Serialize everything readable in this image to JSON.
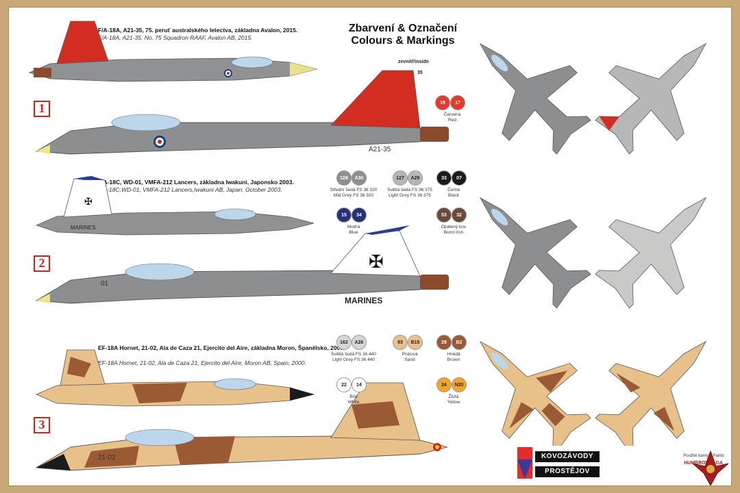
{
  "title": {
    "cz": "Zbarvení & Označení",
    "en": "Colours & Markings"
  },
  "profiles": [
    {
      "num": "1",
      "cz": "F/A-18A, A21-35, 75. peruť australského letectva, základna Avalon, 2015.",
      "en": "F/A-18A, A21-35, No. 75 Squadron RAAF, Avalon AB, 2015.",
      "serial": "A21-35",
      "inside_label": "zevnitř/inside",
      "inside_num": "35"
    },
    {
      "num": "2",
      "cz": "F/A-18C, WD-01, VMFA-212 Lancers, základna Iwakuni, Japonsko 2003.",
      "en": "F/A-18C,WD-01, VMFA-212 Lancers,Iwakuni AB, Japan, October 2003.",
      "fuselage_text": "MARINES",
      "modex": "01"
    },
    {
      "num": "3",
      "cz": "EF-18A Hornet, 21-02, Ala de Caza 21, Ejercito del Aire, základna Moron, Španělsko, 2000.",
      "en": "EF-18A Hornet, 21-02, Ala de Caza 21, Ejercito del Aire, Moron AB, Spain, 2000.",
      "serial": "21-02"
    }
  ],
  "colors": [
    {
      "a": "19",
      "b": "17",
      "cz": "Červená",
      "en": "Red",
      "hex": "#e23a2c"
    },
    {
      "a": "128",
      "b": "A30",
      "cz": "Střední šedá FS 36 320",
      "en": "Mid Grey FS 36 320",
      "hex": "#8d8f91"
    },
    {
      "a": "127",
      "b": "A29",
      "cz": "Světlá šedá FS 36 375",
      "en": "Light Grey FS 36 375",
      "hex": "#b6b7b6"
    },
    {
      "a": "33",
      "b": "07",
      "cz": "Černá",
      "en": "Black",
      "hex": "#1b1b1b"
    },
    {
      "a": "15",
      "b": "34",
      "cz": "Modrá",
      "en": "Blue",
      "hex": "#24337a"
    },
    {
      "a": "53",
      "b": "32",
      "cz": "Opálený kov",
      "en": "Burnt Iron",
      "hex": "#6a4a3a"
    },
    {
      "a": "162",
      "b": "A26",
      "cz": "Světlá šedá FS 36 440",
      "en": "Light Grey FS 36 440",
      "hex": "#d6d7d4"
    },
    {
      "a": "93",
      "b": "B15",
      "cz": "Písková",
      "en": "Sand",
      "hex": "#e8c089"
    },
    {
      "a": "29",
      "b": "B2",
      "cz": "Hnědá",
      "en": "Brown",
      "hex": "#9a5a33"
    },
    {
      "a": "22",
      "b": "14",
      "cz": "Bílá",
      "en": "White",
      "hex": "#ffffff"
    },
    {
      "a": "24",
      "b": "N20",
      "cz": "Žlutá",
      "en": "Yellow",
      "hex": "#f0a628"
    }
  ],
  "logo": {
    "top": "KOVOZÁVODY",
    "bottom": "PROSTĚJOV"
  },
  "paints_label": "Použité barvy: / Paints",
  "brands": "HUMBROL / AGA"
}
